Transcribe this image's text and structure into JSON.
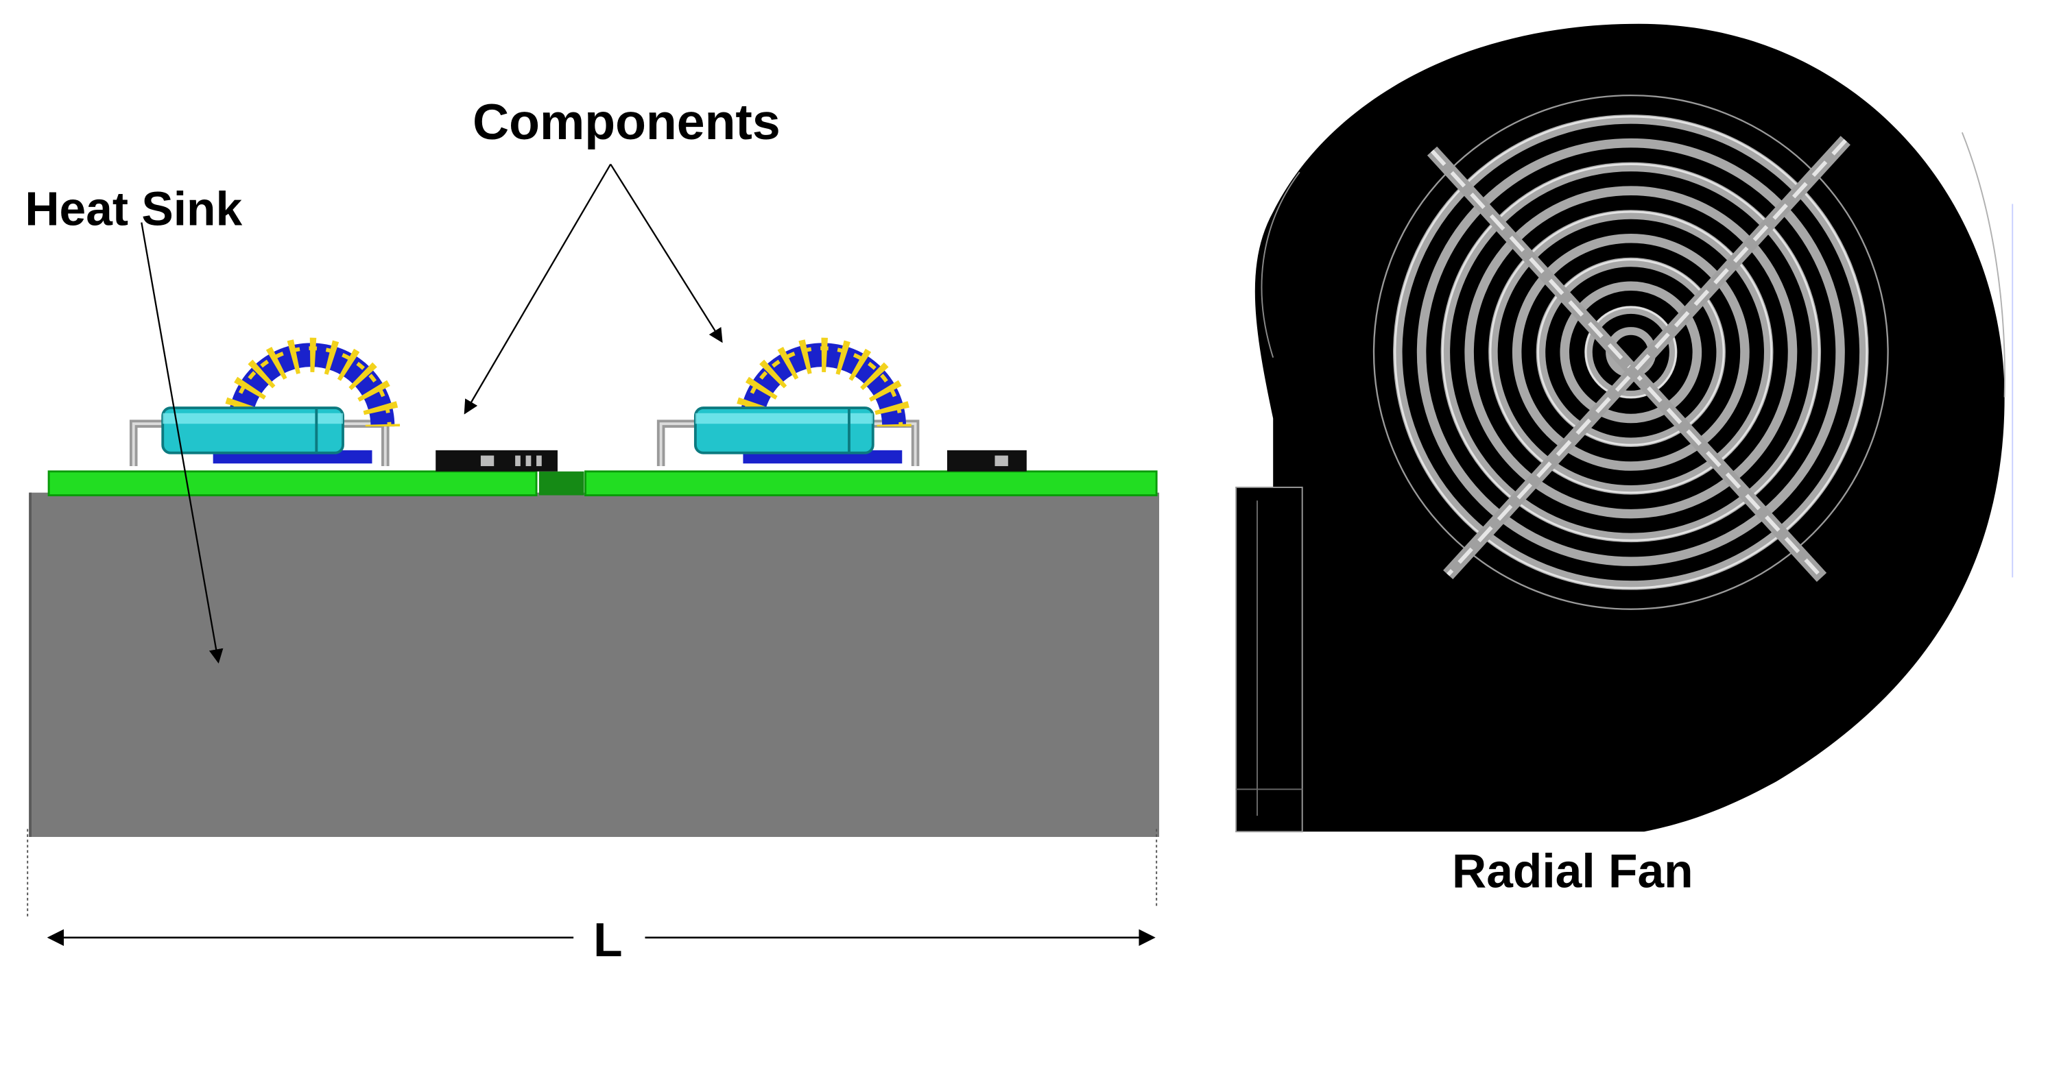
{
  "labels": {
    "components": "Components",
    "heat_sink": "Heat Sink",
    "radial_fan": "Radial Fan",
    "length": "L"
  },
  "colors": {
    "heat_sink": "#7a7a7a",
    "pcb": "#22dd22",
    "capacitor": "#22c4cc",
    "coil_yellow": "#f2d21c",
    "coil_blue": "#1a22cc",
    "fan_body": "#000000",
    "fan_grille": "#a8a8a8"
  }
}
